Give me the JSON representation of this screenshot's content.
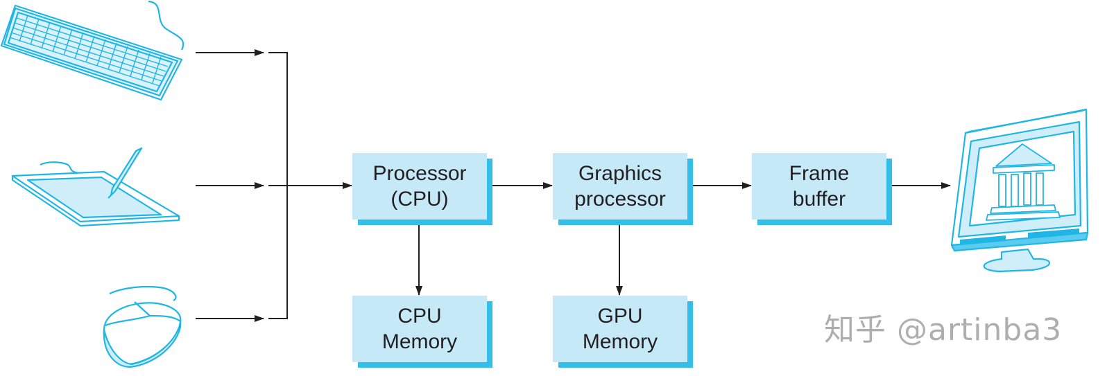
{
  "boxes": {
    "cpu": {
      "line1": "Processor",
      "line2": "(CPU)"
    },
    "gpu": {
      "line1": "Graphics",
      "line2": "processor"
    },
    "frame_buffer": {
      "line1": "Frame",
      "line2": "buffer"
    },
    "cpu_memory": {
      "line1": "CPU",
      "line2": "Memory"
    },
    "gpu_memory": {
      "line1": "GPU",
      "line2": "Memory"
    }
  },
  "devices": {
    "input": [
      "keyboard-icon",
      "graphics-tablet-icon",
      "mouse-icon"
    ],
    "output": "monitor-icon"
  },
  "colors": {
    "box_fill": "#c6e9f7",
    "box_shadow": "#33bfea",
    "device_stroke": "#1fb6e6",
    "device_fill": "#cfeefa",
    "arrow": "#231f20"
  },
  "watermark": "知乎 @artinba3"
}
